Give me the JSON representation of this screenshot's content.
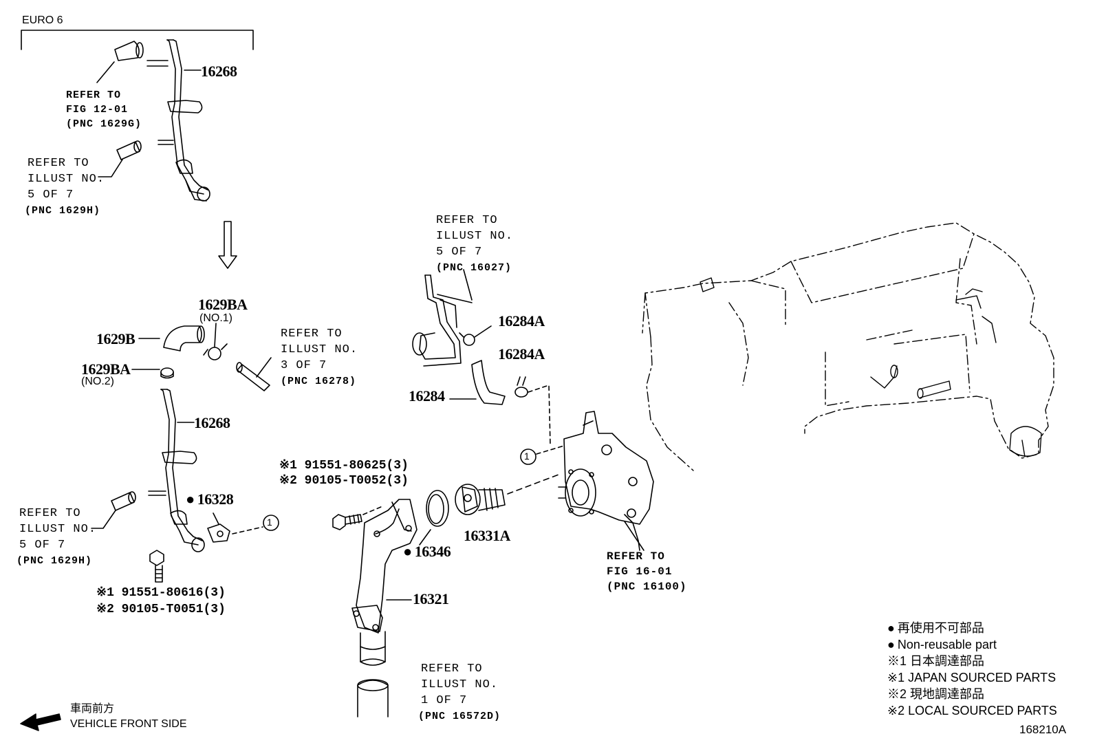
{
  "diagram_id": "168210A",
  "variant_label": "EURO 6",
  "parts": {
    "p16268_top": "16268",
    "p16268_mid": "16268",
    "p1629BA_no1": "1629BA",
    "p1629BA_no1_sub": "(NO.1)",
    "p1629B": "1629B",
    "p1629BA_no2": "1629BA",
    "p1629BA_no2_sub": "(NO.2)",
    "p16328": "16328",
    "p16284A_1": "16284A",
    "p16284A_2": "16284A",
    "p16284": "16284",
    "p16346": "16346",
    "p16331A": "16331A",
    "p16321": "16321"
  },
  "bolts": {
    "top_j": "※1 91551-80625(3)",
    "top_l": "※2 90105-T0052(3)",
    "bot_j": "※1 91551-80616(3)",
    "bot_l": "※2 90105-T0051(3)"
  },
  "refs": {
    "r1": {
      "l1": "REFER TO",
      "l2": "FIG 12-01",
      "l3": "(PNC 1629G)"
    },
    "r2": {
      "l1": "REFER TO",
      "l2": "ILLUST NO.",
      "l3": "5 OF 7",
      "l4": "(PNC 1629H)"
    },
    "r3": {
      "l1": "REFER TO",
      "l2": "ILLUST NO.",
      "l3": "3 OF 7",
      "l4": "(PNC 16278)"
    },
    "r4": {
      "l1": "REFER TO",
      "l2": "ILLUST NO.",
      "l3": "5 OF 7",
      "l4": "(PNC 1629H)"
    },
    "r5": {
      "l1": "REFER TO",
      "l2": "ILLUST NO.",
      "l3": "5 OF 7",
      "l4": "(PNC 16027)"
    },
    "r6": {
      "l1": "REFER TO",
      "l2": "FIG 16-01",
      "l3": "(PNC 16100)"
    },
    "r7": {
      "l1": "REFER TO",
      "l2": "ILLUST NO.",
      "l3": "1 OF 7",
      "l4": "(PNC 16572D)"
    }
  },
  "callout_marker": "1",
  "direction": {
    "jp": "車両前方",
    "en": "VEHICLE FRONT SIDE"
  },
  "legend": {
    "nonreusable_jp": "再使用不可部品",
    "nonreusable_en": "Non-reusable part",
    "japan_jp": "※1 日本調達部品",
    "japan_en": "※1 JAPAN SOURCED PARTS",
    "local_jp": "※2 現地調達部品",
    "local_en": "※2 LOCAL SOURCED PARTS"
  }
}
